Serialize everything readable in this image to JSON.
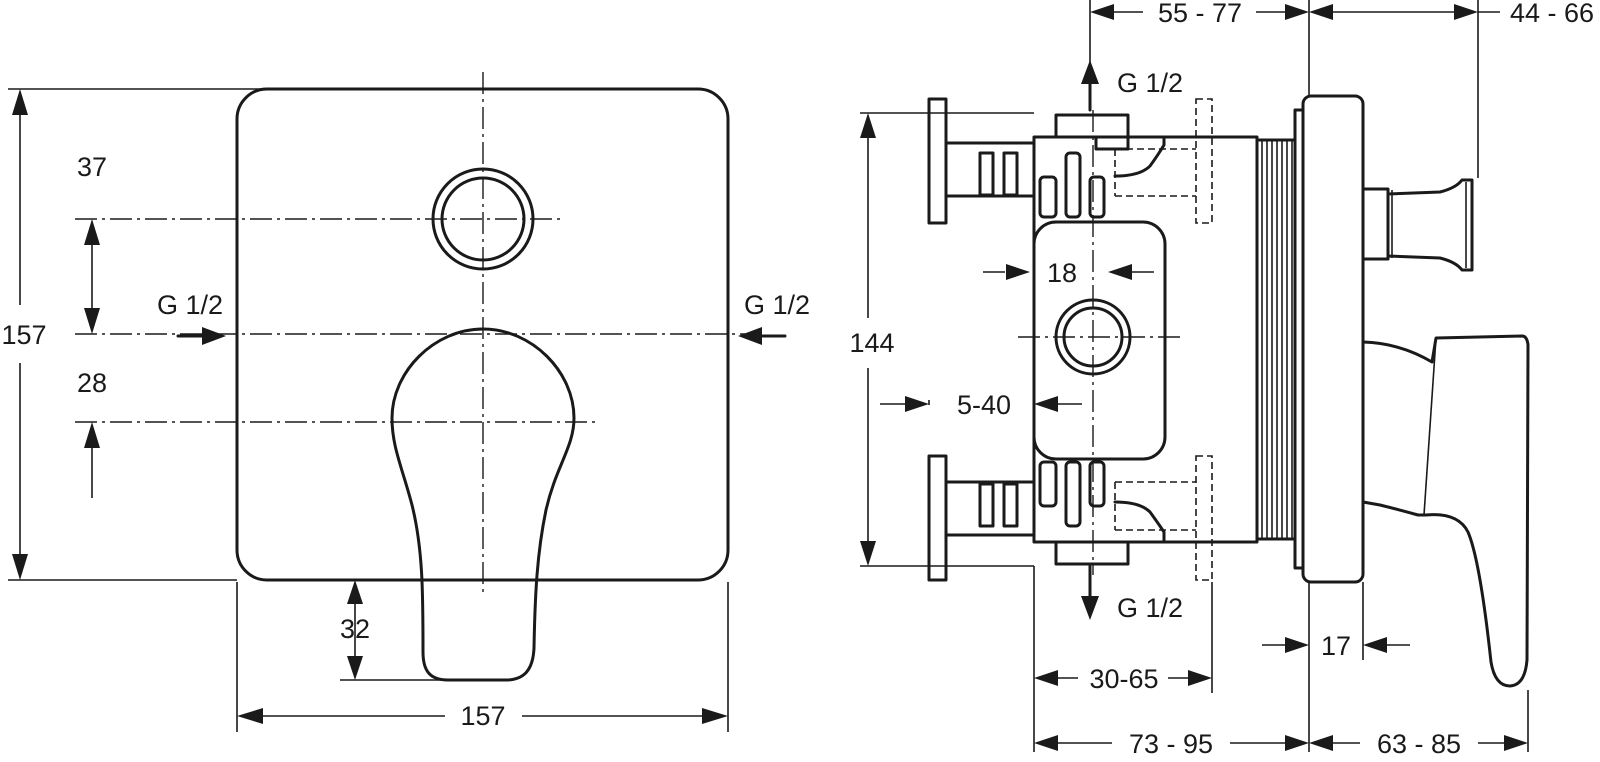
{
  "front_view": {
    "width": "157",
    "height": "157",
    "diverter_offset": "37",
    "lever_offset": "28",
    "lever_projection": "32",
    "left_inlet": "G 1/2",
    "right_inlet": "G 1/2"
  },
  "side_view": {
    "top_left_range": "55 - 77",
    "top_right_range": "44 - 66",
    "top_outlet": "G 1/2",
    "bottom_outlet": "G 1/2",
    "body_height": "144",
    "bore_width": "18",
    "wall_range": "5-40",
    "plate_depth": "17",
    "mount_range": "30-65",
    "bottom_left_range": "73 - 95",
    "bottom_right_range": "63 - 85"
  }
}
